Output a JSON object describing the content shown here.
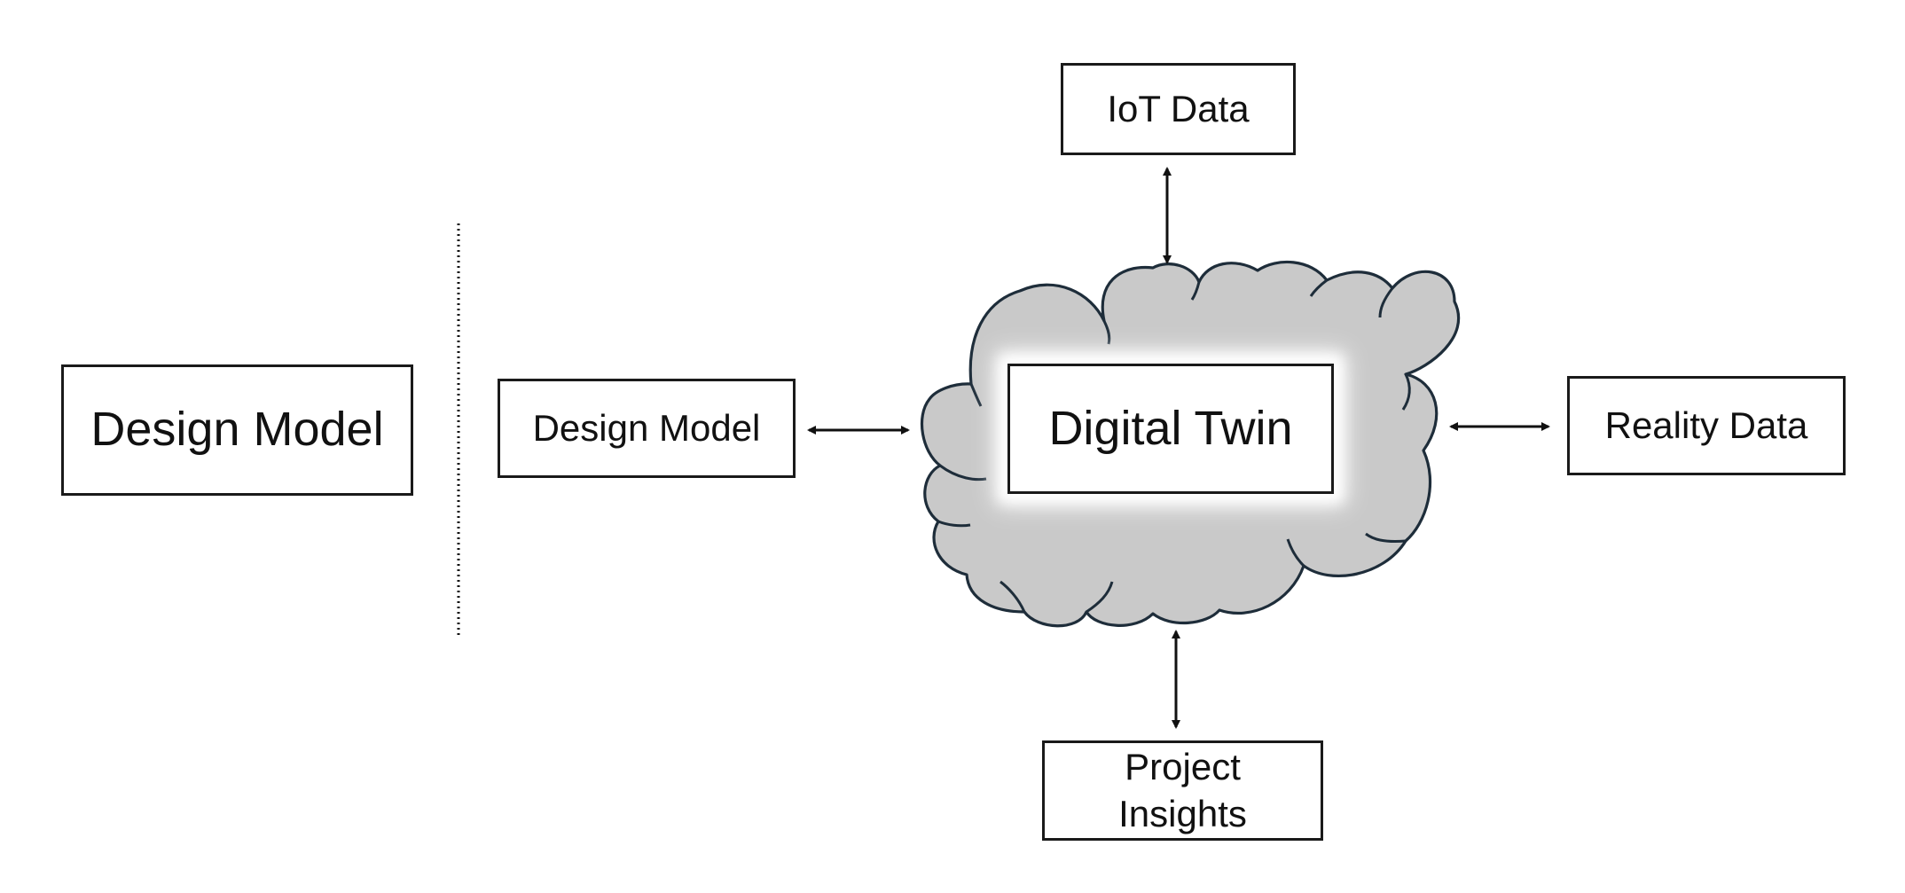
{
  "diagram": {
    "left_label": "Design Model",
    "nodes": {
      "design_model": "Design Model",
      "digital_twin": "Digital Twin",
      "iot_data": "IoT Data",
      "reality_data": "Reality Data",
      "project_insights": "Project\nInsights"
    },
    "colors": {
      "cloud_fill": "#c9c9c9",
      "cloud_stroke": "#1e2d3a",
      "box_border": "#1a1a1a",
      "arrow": "#111111"
    },
    "connections": [
      {
        "from": "Digital Twin",
        "to": "IoT Data",
        "direction": "bidirectional"
      },
      {
        "from": "Digital Twin",
        "to": "Design Model",
        "direction": "bidirectional"
      },
      {
        "from": "Digital Twin",
        "to": "Reality Data",
        "direction": "bidirectional"
      },
      {
        "from": "Digital Twin",
        "to": "Project\nInsights",
        "direction": "bidirectional"
      }
    ],
    "separator": "dotted-vertical-line"
  }
}
